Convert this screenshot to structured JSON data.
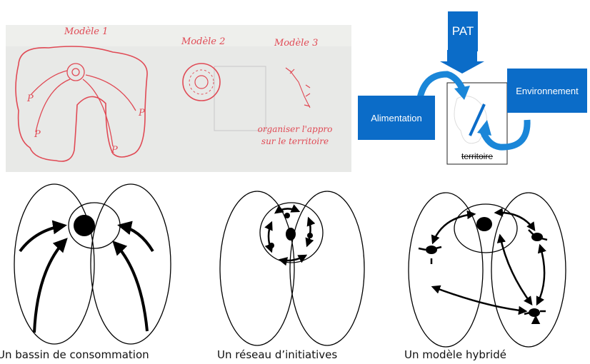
{
  "whiteboard": {
    "titles": [
      "Modèle 1",
      "Modèle 2",
      "Modèle 3"
    ],
    "note_lines": [
      "organiser l'appro",
      "sur le territoire"
    ],
    "p_label": "P"
  },
  "pat_diagram": {
    "pat": "PAT",
    "alimentation": "Alimentation",
    "environnement": "Environnement",
    "territoire": "territoire",
    "colors": {
      "box": "#0b6cc8",
      "arrow": "#1a86d8"
    }
  },
  "models": [
    {
      "caption": "Un bassin de consommation"
    },
    {
      "caption": "Un réseau d’initiatives"
    },
    {
      "caption": "Un modèle hybridé"
    }
  ]
}
